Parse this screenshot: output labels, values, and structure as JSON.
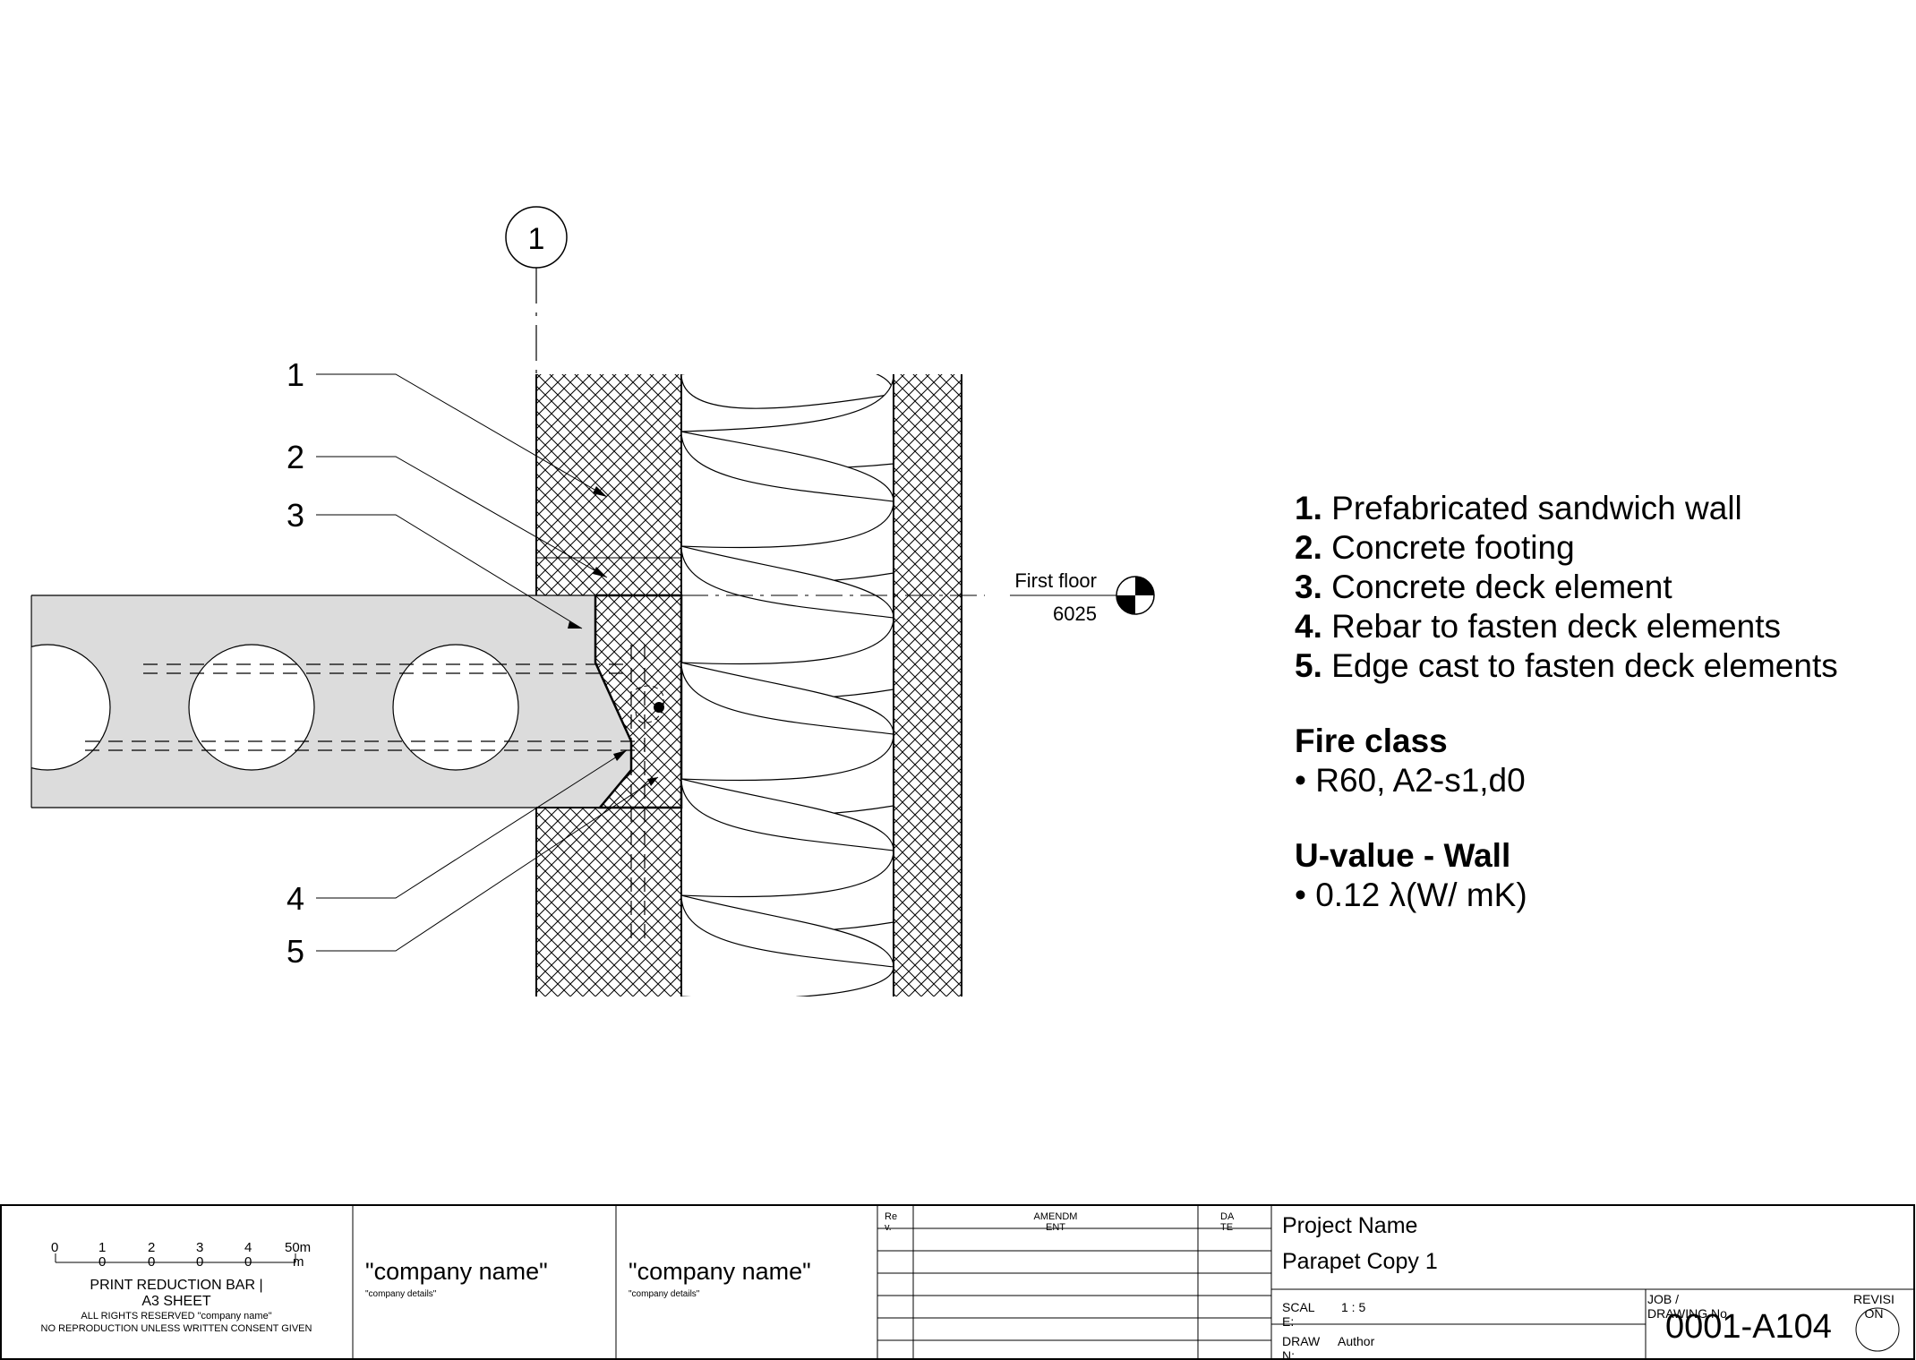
{
  "grid_marker": {
    "label": "1"
  },
  "callouts": [
    "1",
    "2",
    "3",
    "4",
    "5"
  ],
  "level_marker": {
    "name": "First floor",
    "elevation": "6025"
  },
  "legend": {
    "items": [
      {
        "num": "1.",
        "text": "Prefabricated sandwich wall"
      },
      {
        "num": "2.",
        "text": "Concrete footing"
      },
      {
        "num": "3.",
        "text": "Concrete deck element"
      },
      {
        "num": "4.",
        "text": "Rebar to fasten deck elements"
      },
      {
        "num": "5.",
        "text": "Edge cast to fasten deck elements"
      }
    ],
    "fire_class": {
      "title": "Fire class",
      "value": "• R60, A2-s1,d0"
    },
    "u_value": {
      "title": "U-value - Wall",
      "value": "• 0.12  λ(W/ mK)"
    }
  },
  "title_block": {
    "scale_bar": {
      "ticks_top": [
        "0",
        "1",
        "2",
        "3",
        "4",
        "50m"
      ],
      "ticks_bottom": [
        "0",
        "0",
        "0",
        "0",
        "m"
      ],
      "title": "PRINT REDUCTION BAR |",
      "sheet": "A3 SHEET",
      "rights": "ALL RIGHTS RESERVED \"company name\"",
      "notice": "NO REPRODUCTION UNLESS WRITTEN CONSENT GIVEN"
    },
    "company1": {
      "name": "\"company name\"",
      "details": "\"company details\""
    },
    "company2": {
      "name": "\"company name\"",
      "details": "\"company details\""
    },
    "revision_table": {
      "col_rev": "Re\nv.",
      "col_amendment": "AMENDM\nENT",
      "col_date": "DA\nTE"
    },
    "project_name": "Project Name",
    "sheet_name": "Parapet Copy 1",
    "scale_label": "SCAL\nE:",
    "scale_value": "1 : 5",
    "drawn_label": "DRAW\nN:",
    "drawn_value": "Author",
    "job_label": "JOB /\nDRAWING No",
    "drawing_number": "0001-A104",
    "revision_label": "REVISI\nON"
  }
}
